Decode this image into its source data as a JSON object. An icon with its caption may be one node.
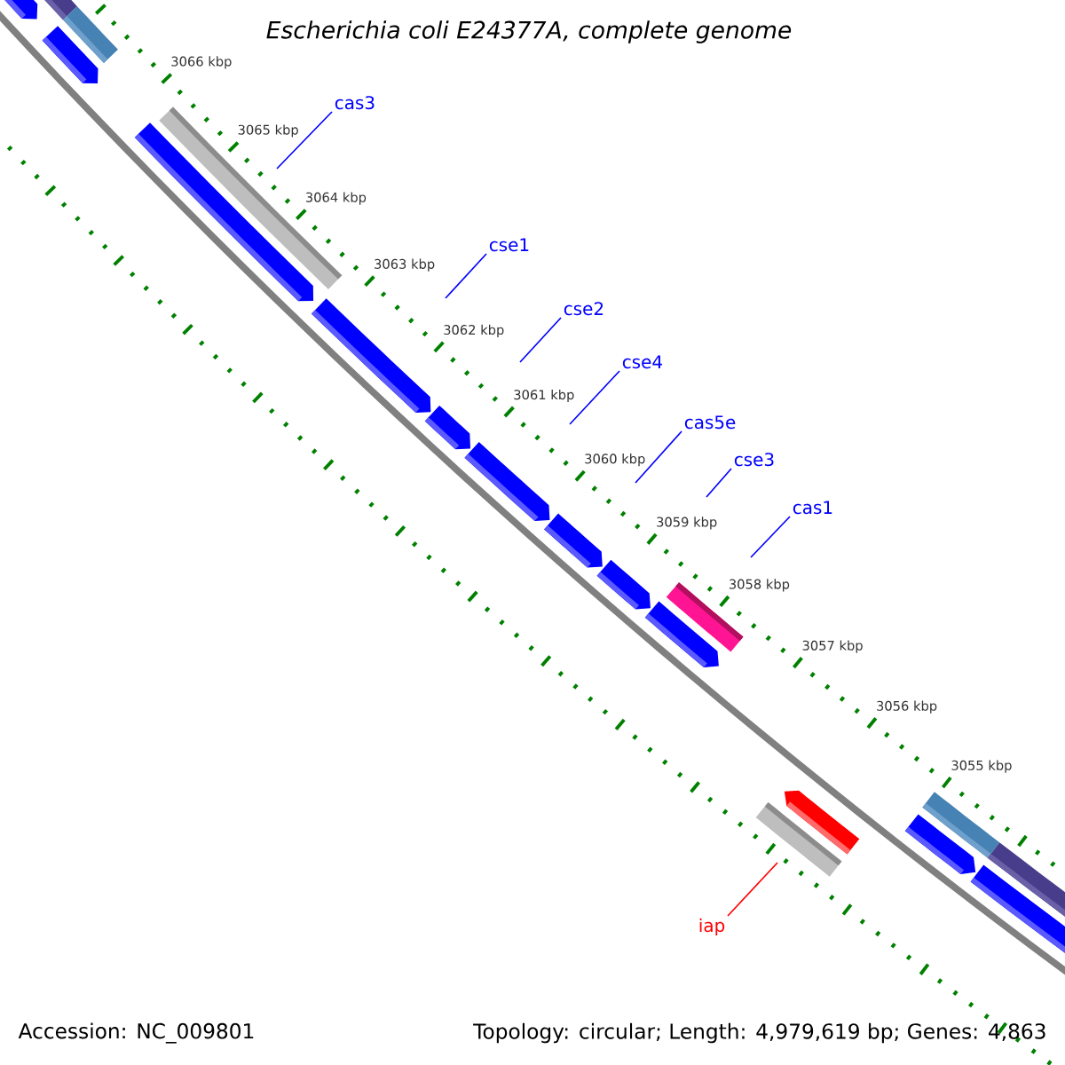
{
  "diagram": {
    "title": "Escherichia coli E24377A, complete genome",
    "nodes": [
      {
        "text": [
          "cas3"
        ]
      },
      {
        "text": [
          "cse1"
        ]
      },
      {
        "text": [
          "cse2"
        ]
      },
      {
        "text": [
          "cse4"
        ]
      },
      {
        "text": [
          "cas5e"
        ]
      },
      {
        "text": [
          "cse3"
        ]
      },
      {
        "text": [
          "cas1"
        ]
      },
      {
        "text": [
          "iap"
        ]
      }
    ],
    "edges": [
      {
        "from": 0,
        "to": null,
        "arrow": "none"
      },
      {
        "from": 1,
        "to": null,
        "arrow": "none"
      },
      {
        "from": 2,
        "to": null,
        "arrow": "none"
      },
      {
        "from": 3,
        "to": null,
        "arrow": "none"
      },
      {
        "from": 4,
        "to": null,
        "arrow": "none"
      },
      {
        "from": 5,
        "to": null,
        "arrow": "none"
      },
      {
        "from": 6,
        "to": null,
        "arrow": "none"
      },
      {
        "from": 7,
        "to": null,
        "arrow": "none",
        "color": "#ff0000"
      }
    ],
    "labels": [
      "3066 kbp",
      "3065 kbp",
      "3064 kbp",
      "3063 kbp",
      "3062 kbp",
      "3061 kbp",
      "3060 kbp",
      "3059 kbp",
      "3058 kbp",
      "3057 kbp",
      "3056 kbp",
      "3055 kbp",
      "Accession: NC_009801",
      "Topology: circular; Length: 4,979,619 bp; Genes: 4,863"
    ]
  }
}
